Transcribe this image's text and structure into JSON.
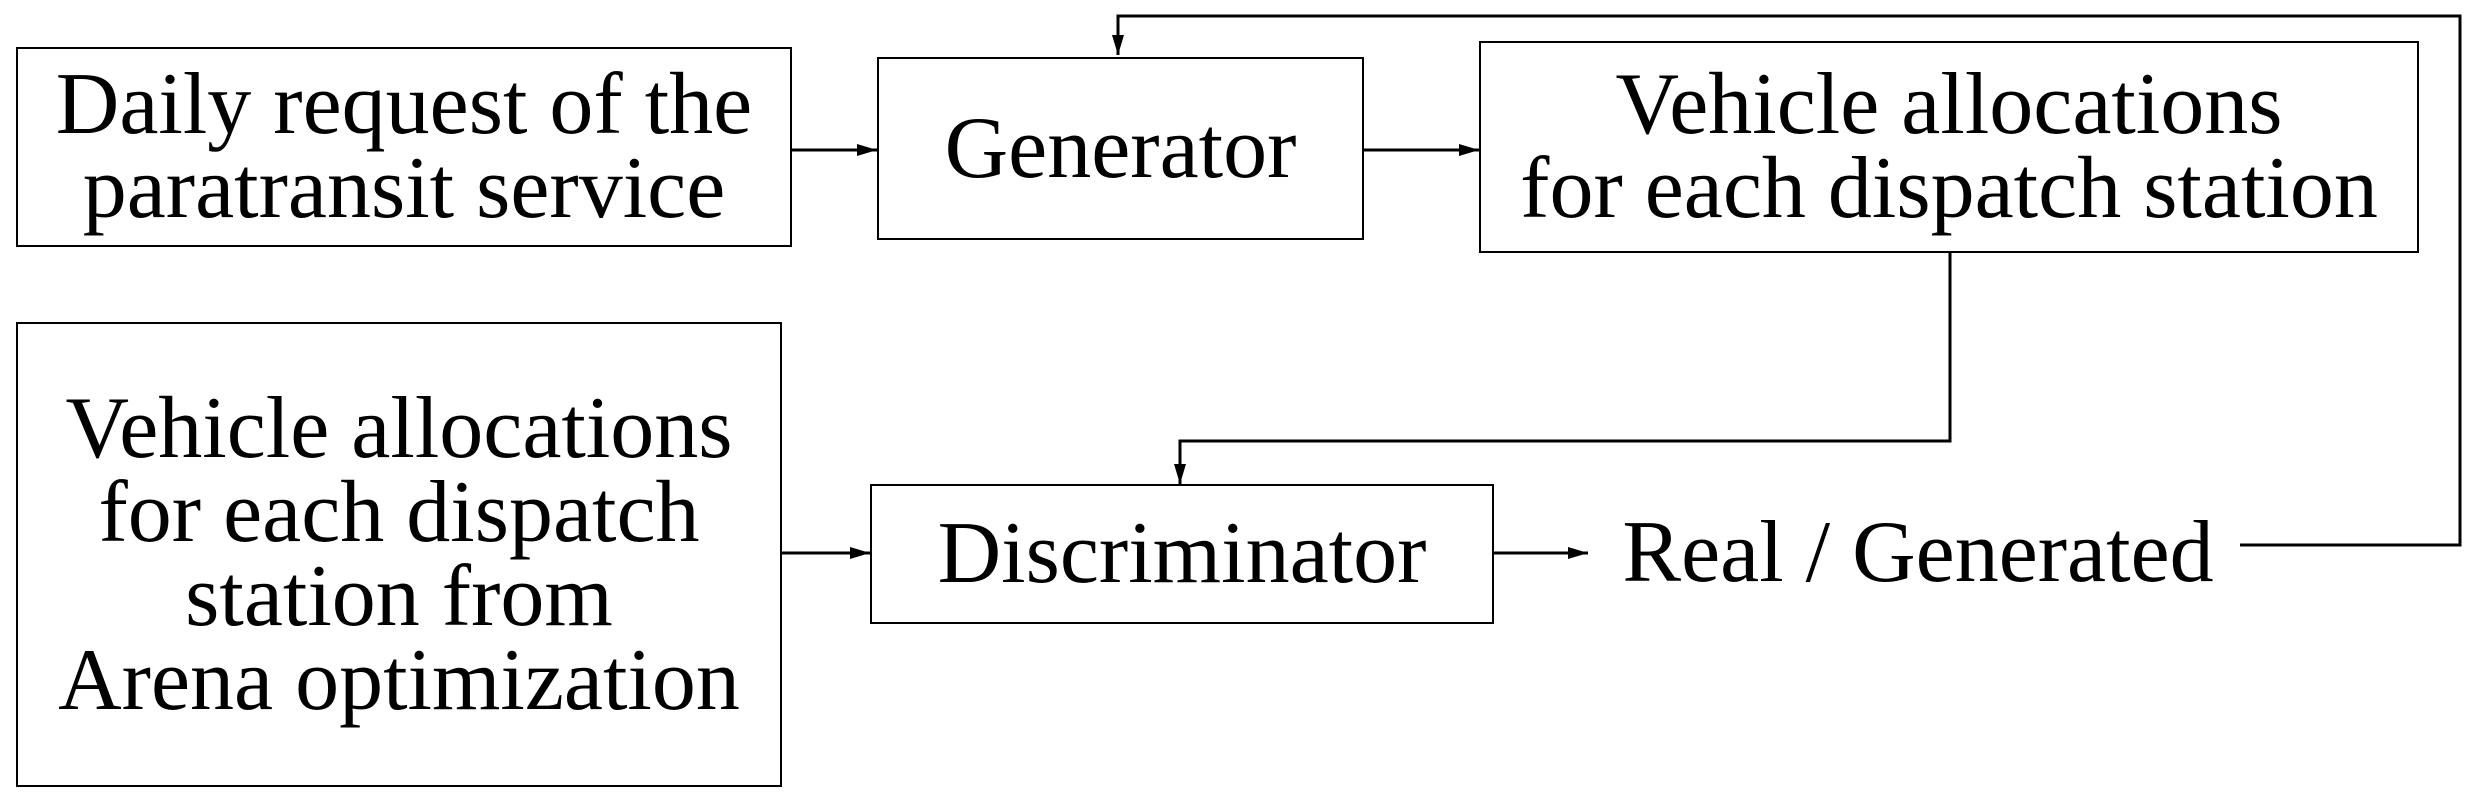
{
  "nodes": {
    "daily_request": [
      "Daily request of the",
      "paratransit service"
    ],
    "generator": "Generator",
    "vehicle_allocations": [
      "Vehicle allocations",
      "for each dispatch station"
    ],
    "arena_allocations": [
      "Vehicle allocations",
      "for each dispatch",
      "station from",
      "Arena optimization"
    ],
    "discriminator": "Discriminator",
    "output": "Real / Generated"
  }
}
